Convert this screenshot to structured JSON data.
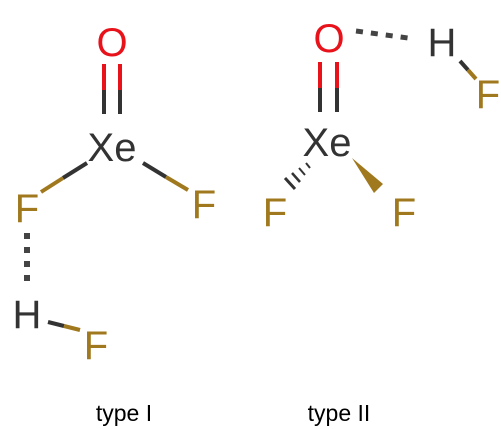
{
  "colors": {
    "oxygen": "#e8121b",
    "fluorine": "#a0781d",
    "xenon": "#333333",
    "hydrogen": "#333333",
    "bond": "#333333",
    "wedge": "#a0781d",
    "hbond": "#444444"
  },
  "structures": {
    "type1": {
      "caption": "type I",
      "atoms": {
        "o": "O",
        "xe": "Xe",
        "f_left": "F",
        "f_right": "F",
        "h": "H",
        "f_h": "F"
      }
    },
    "type2": {
      "caption": "type II",
      "atoms": {
        "o": "O",
        "xe": "Xe",
        "f_left": "F",
        "f_right": "F",
        "h": "H",
        "f_h": "F"
      }
    }
  }
}
